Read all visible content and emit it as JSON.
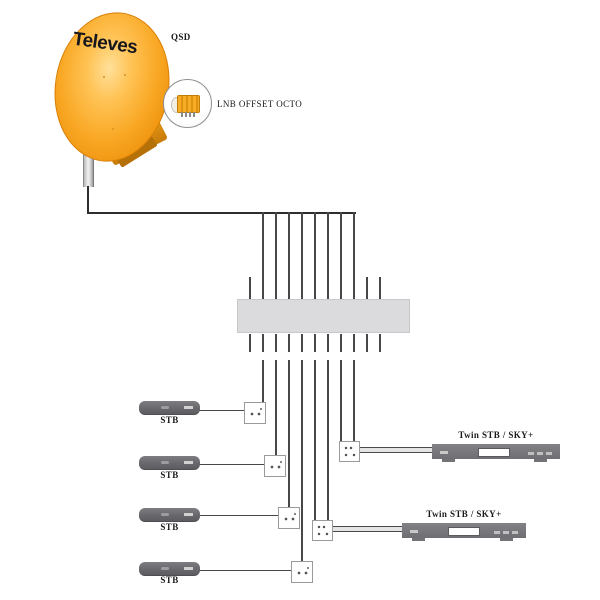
{
  "dish": {
    "brand": "Televes",
    "type_label": "QSD"
  },
  "lnb": {
    "label": "LNB OFFSET OCTO"
  },
  "multiswitch": {
    "trunk_lines": 8,
    "top_ports": 11,
    "bottom_ports": 11
  },
  "outlets": {
    "single_count": 4,
    "twin_count": 2
  },
  "stb_units": [
    {
      "label": "STB"
    },
    {
      "label": "STB"
    },
    {
      "label": "STB"
    },
    {
      "label": "STB"
    }
  ],
  "twin_units": [
    {
      "label": "Twin STB / SKY+"
    },
    {
      "label": "Twin STB / SKY+"
    }
  ],
  "colors": {
    "dish_orange": "#F9A825",
    "dish_highlight": "#FFE09A",
    "bracket_orange": "#C77B08",
    "cable": "#474747",
    "multiswitch_fill": "#DBDBDD",
    "stb_gray": "#69696D",
    "twin_stb_gray": "#76767A",
    "outlet_border": "#9A9A9A",
    "label_text": "#1A1A1A"
  }
}
